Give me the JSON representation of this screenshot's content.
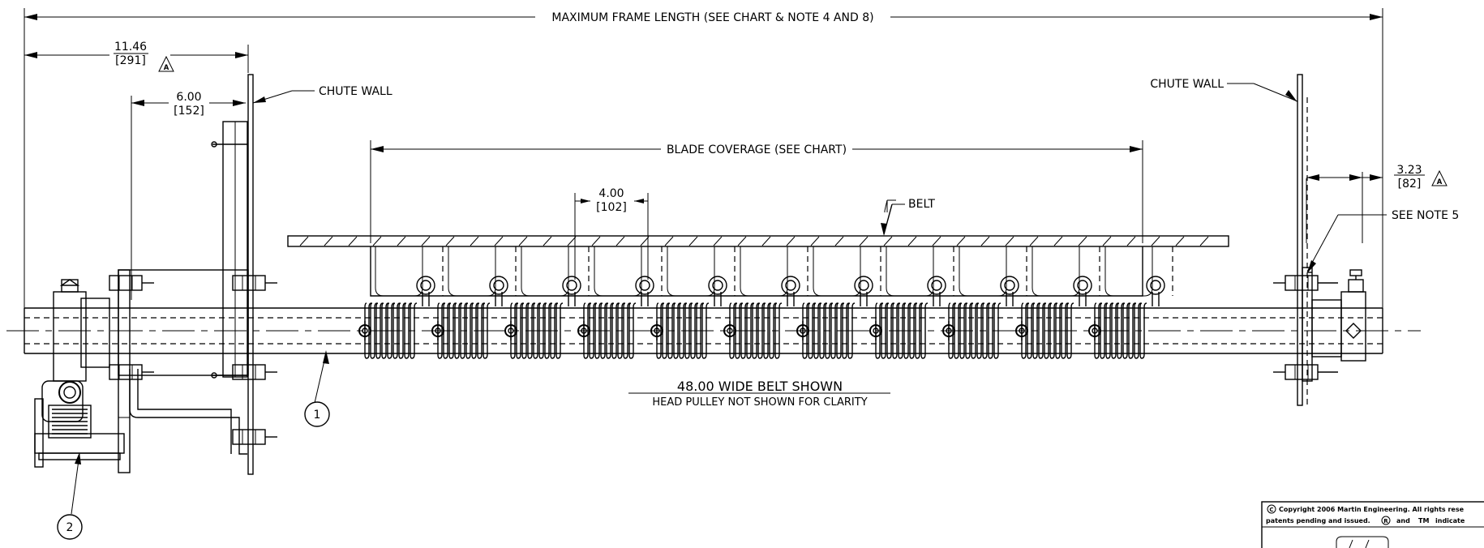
{
  "dimensions": {
    "frame_length": "MAXIMUM FRAME LENGTH (SEE CHART & NOTE 4 AND 8)",
    "left_offset": "11.46",
    "left_offset_mm": "[291]",
    "bracket_offset": "6.00",
    "bracket_offset_mm": "[152]",
    "blade_coverage": "BLADE COVERAGE (SEE CHART)",
    "blade_spacing": "4.00",
    "blade_spacing_mm": "[102]",
    "right_offset": "3.23",
    "right_offset_mm": "[82]",
    "revision_mark": "A"
  },
  "labels": {
    "chute_wall_left": "CHUTE WALL",
    "chute_wall_right": "CHUTE WALL",
    "belt": "BELT",
    "see_note_5": "SEE NOTE 5",
    "caption_main": "48.00 WIDE BELT SHOWN",
    "caption_sub": "HEAD PULLEY NOT SHOWN FOR CLARITY"
  },
  "balloons": {
    "item_1": "1",
    "item_2": "2"
  },
  "title_block": {
    "copyright_line1": "Copyright 2006 Martin Engineering. All rights rese",
    "copyright_line2": "patents pending and issued.",
    "copyright_line2b": "and",
    "copyright_line2c": "TM",
    "copyright_line2d": "indicate",
    "copyright_symbol": "C",
    "registered_symbol": "R"
  }
}
